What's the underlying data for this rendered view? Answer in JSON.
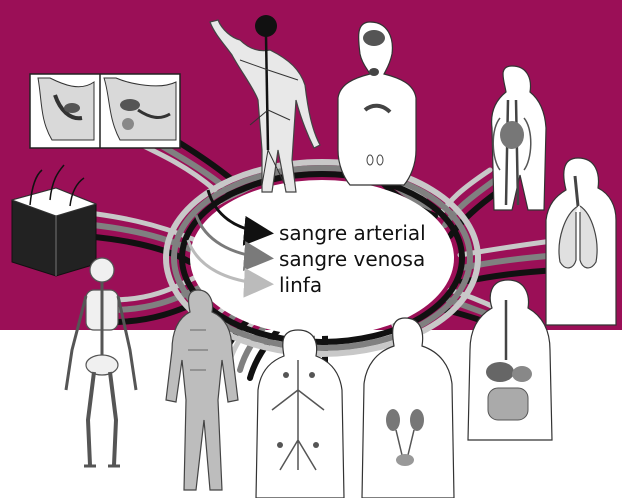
{
  "legend": {
    "arterial": "sangre arterial",
    "venous": "sangre venosa",
    "lymph": "linfa"
  },
  "colors": {
    "background_top": "#9b0f57",
    "background_bottom": "#ffffff",
    "arterial": "#111111",
    "venous": "#7a7a7a",
    "lymph": "#b9b9b9"
  },
  "icons": [
    "reproductive-organs-icon",
    "nervous-system-icon",
    "endocrine-system-icon",
    "circulatory-system-icon",
    "respiratory-system-icon",
    "skin-icon",
    "skeleton-icon",
    "muscular-system-icon",
    "lymphatic-system-icon",
    "urinary-system-icon",
    "digestive-system-icon"
  ]
}
